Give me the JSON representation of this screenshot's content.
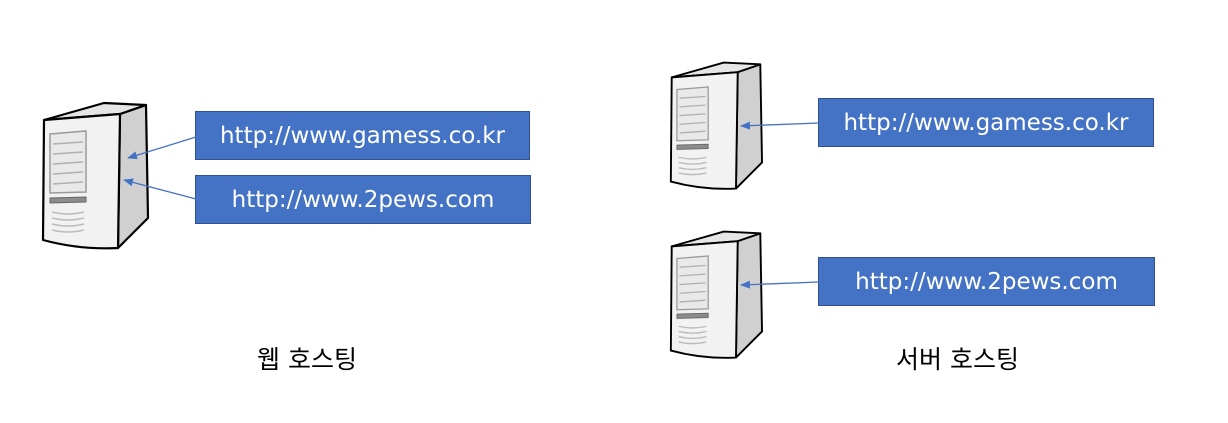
{
  "colors": {
    "box_fill": "#4472c4",
    "box_border": "#2f528f",
    "arrow": "#4472c4",
    "server_front": "#f3f3f3",
    "server_side": "#d9d9d9"
  },
  "web_hosting": {
    "caption": "웹 호스팅",
    "server_icon": "server-icon",
    "urls": [
      "http://www.gamess.co.kr",
      "http://www.2pews.com"
    ]
  },
  "server_hosting": {
    "caption": "서버 호스팅",
    "server_icon": "server-icon",
    "urls": [
      "http://www.gamess.co.kr",
      "http://www.2pews.com"
    ]
  }
}
